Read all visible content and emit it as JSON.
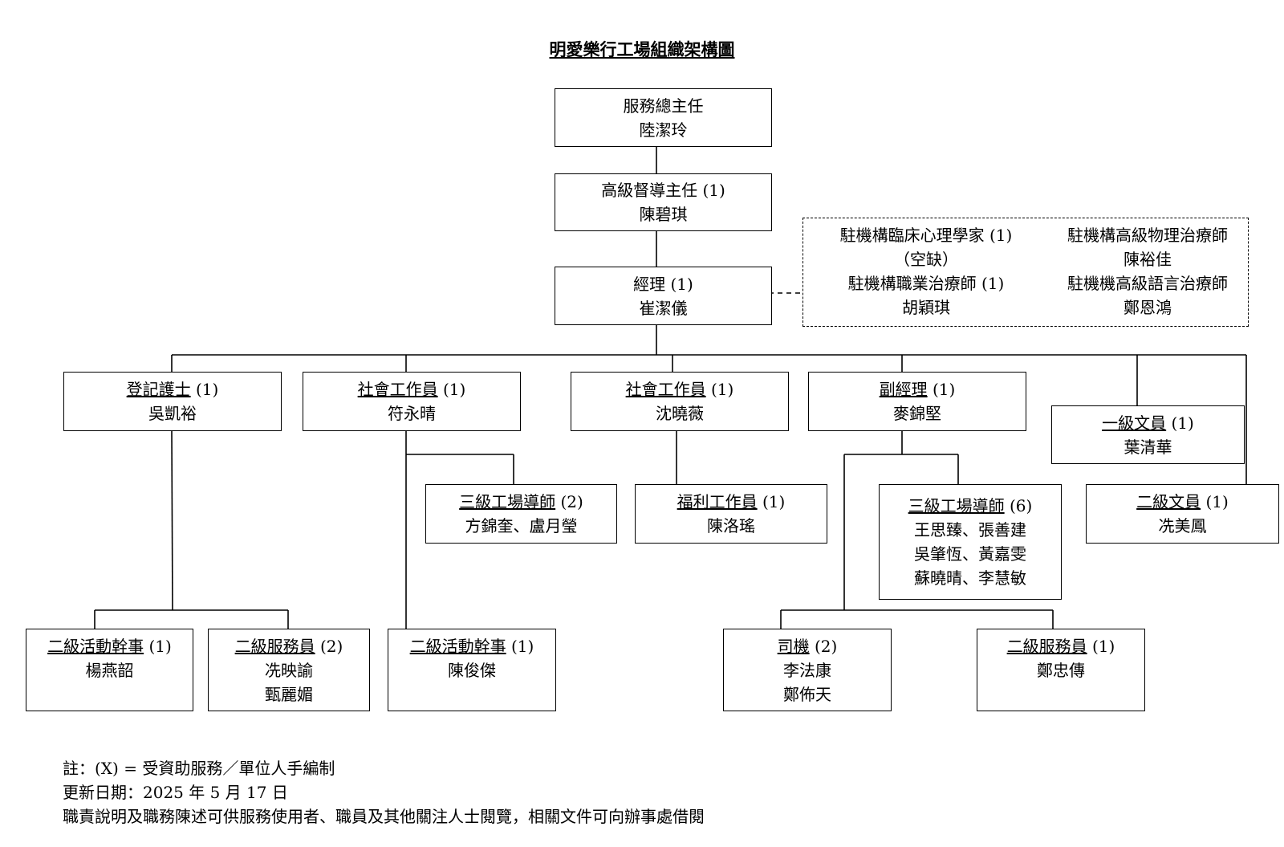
{
  "title": "明愛樂行工場組織架構圖",
  "nodes": {
    "director": {
      "title": "服務總主任",
      "name": "陸潔玲"
    },
    "senior_supervisor": {
      "title": "高級督導主任",
      "count": "(1)",
      "name": "陳碧琪"
    },
    "manager": {
      "title": "經理",
      "count": "(1)",
      "name": "崔潔儀"
    },
    "nurse": {
      "title": "登記護士",
      "count": "(1)",
      "name": "吳凱裕"
    },
    "social_worker_1": {
      "title": "社會工作員",
      "count": "(1)",
      "name": "符永晴"
    },
    "social_worker_2": {
      "title": "社會工作員",
      "count": "(1)",
      "name": "沈曉薇"
    },
    "deputy_manager": {
      "title": "副經理",
      "count": "(1)",
      "name": "麥錦堅"
    },
    "clerk_1": {
      "title": "一級文員",
      "count": "(1)",
      "name": "葉清華"
    },
    "clerk_2": {
      "title": "二級文員",
      "count": "(1)",
      "name": "冼美鳳"
    },
    "instructor_sw": {
      "title": "三級工場導師",
      "count": "(2)",
      "name": "方錦奎、盧月瑩"
    },
    "welfare_worker": {
      "title": "福利工作員",
      "count": "(1)",
      "name": "陳洛瑤"
    },
    "instructor_dm": {
      "title": "三級工場導師",
      "count": "(6)",
      "name": "王思臻、張善建",
      "name2": "吳肇恆、黃嘉雯",
      "name3": "蘇曉晴、李慧敏"
    },
    "activity_officer_1": {
      "title": "二級活動幹事",
      "count": "(1)",
      "name": "楊燕韶"
    },
    "workman_1": {
      "title": "二級服務員",
      "count": "(2)",
      "name": "冼映諭",
      "name2": "甄麗媚"
    },
    "activity_officer_2": {
      "title": "二級活動幹事",
      "count": "(1)",
      "name": "陳俊傑"
    },
    "driver": {
      "title": "司機",
      "count": "(2)",
      "name": "李法康",
      "name2": "鄭佈天"
    },
    "workman_2": {
      "title": "二級服務員",
      "count": "(1)",
      "name": "鄭忠傳"
    }
  },
  "onsite": {
    "psychologist": {
      "title": "駐機構臨床心理學家",
      "count": "(1)",
      "name": "（空缺）"
    },
    "occupational_therapist": {
      "title": "駐機構職業治療師",
      "count": "(1)",
      "name": "胡穎琪"
    },
    "physiotherapist": {
      "title": "駐機構高級物理治療師",
      "name": "陳裕佳"
    },
    "speech_therapist": {
      "title": "駐機機高級語言治療師",
      "name": "鄭恩鴻"
    }
  },
  "notes": {
    "legend": "註：(X) = 受資助服務／單位人手編制",
    "updated": "更新日期：2025 年 5 月 17 日",
    "disclosure": "職責說明及職務陳述可供服務使用者、職員及其他關注人士閱覽，相關文件可向辦事處借閱"
  }
}
